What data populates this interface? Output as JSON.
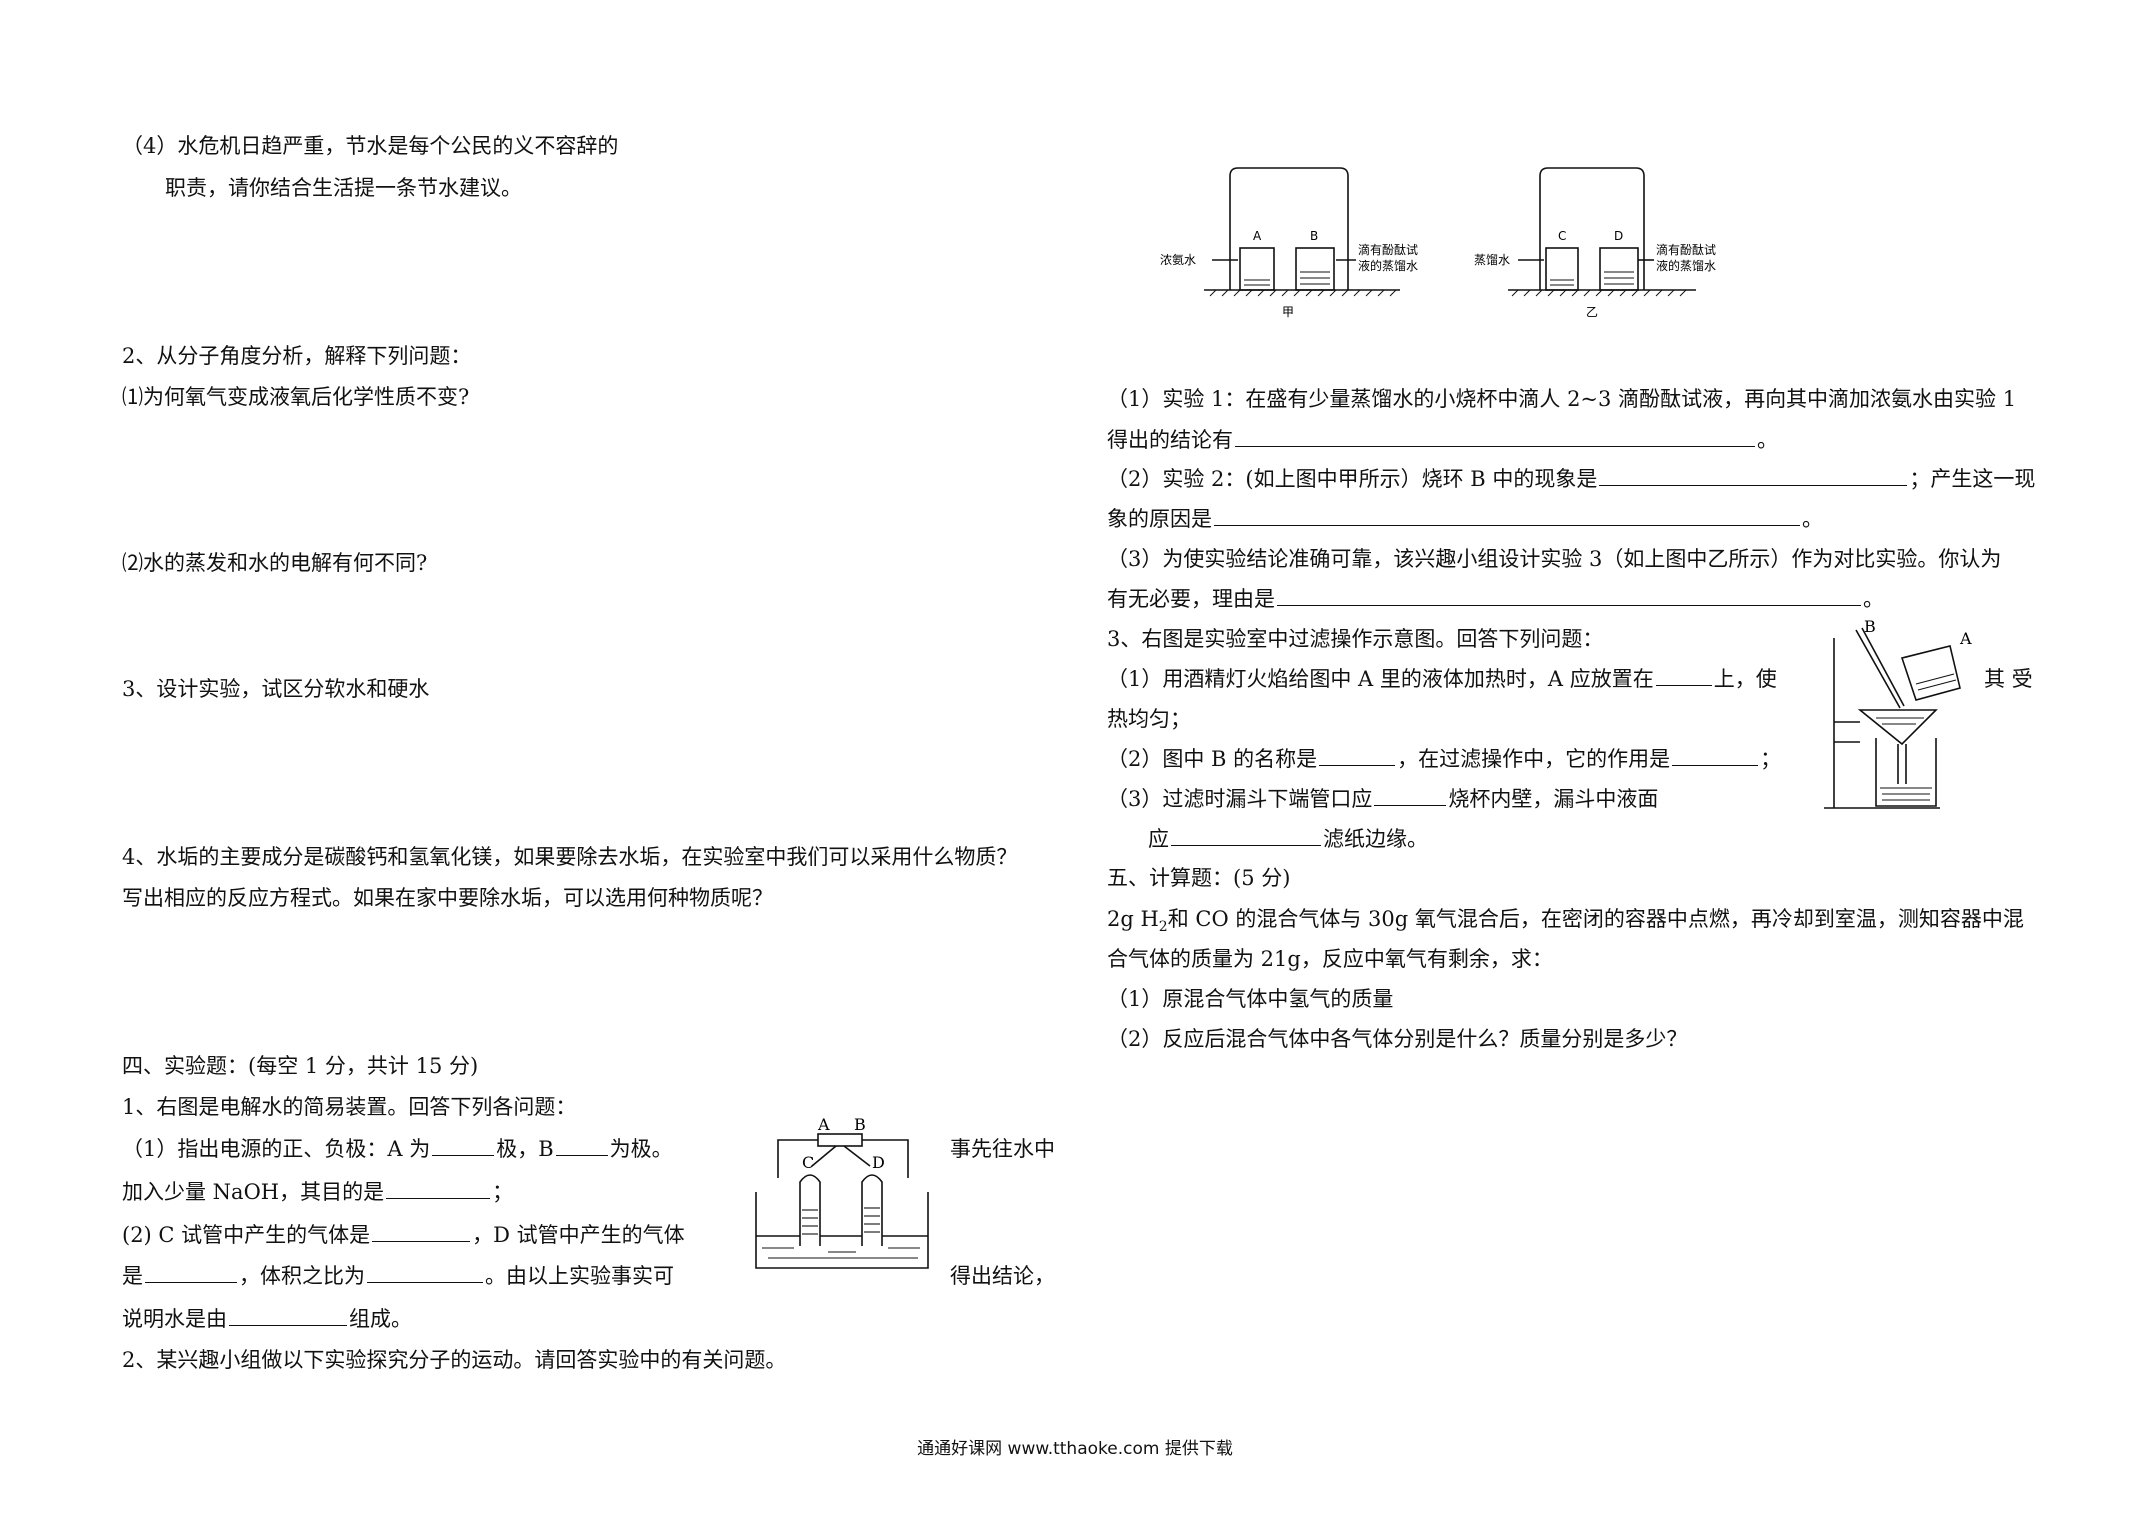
{
  "left": {
    "q4_water": {
      "line1": "（4）水危机日趋严重，节水是每个公民的义不容辞的",
      "line2": "职责，请你结合生活提一条节水建议。"
    },
    "q2_title": "2、从分子角度分析，解释下列问题：",
    "q2_1": "⑴为何氧气变成液氧后化学性质不变?",
    "q2_2": "⑵水的蒸发和水的电解有何不同?",
    "q3": "3、设计实验，试区分软水和硬水",
    "q4_scale": {
      "line1": "4、水垢的主要成分是碳酸钙和氢氧化镁，如果要除去水垢，在实验室中我们可以采用什么物质？",
      "line2": "写出相应的反应方程式。如果在家中要除水垢，可以选用何种物质呢？"
    },
    "section4_title": "四、实验题：(每空 1 分，共计 15 分)",
    "exp1": {
      "title": "1、右图是电解水的简易装置。回答下列各问题：",
      "p1_a": "（1）指出电源的正、负极：A 为",
      "p1_b": "极，B",
      "p1_c": "为极。",
      "p1_right": "事先往水中",
      "p2_a": "加入少量 NaOH，其目的是",
      "p3_a": "(2) C 试管中产生的气体是",
      "p3_b": "，D 试管中产生的气体",
      "p4_a": "是",
      "p4_b": "，体积之比为",
      "p4_c": "。由以上实验事实可",
      "p4_right": "得出结论，",
      "p5_a": "说明水是由",
      "p5_b": "组成。",
      "fig_labels": {
        "a": "A",
        "b": "B",
        "c": "C",
        "d": "D"
      }
    },
    "exp2_title": "2、某兴趣小组做以下实验探究分子的运动。请回答实验中的有关问题。"
  },
  "right": {
    "fig_molecule": {
      "jia": {
        "a": "A",
        "b": "B",
        "left": "浓氨水",
        "right1": "滴有酚酞试",
        "right2": "液的蒸馏水",
        "caption": "甲"
      },
      "yi": {
        "c": "C",
        "d": "D",
        "left": "蒸馏水",
        "right1": "滴有酚酞试",
        "right2": "液的蒸馏水",
        "caption": "乙"
      }
    },
    "m1_a": "（1）实验 1：在盛有少量蒸馏水的小烧杯中滴人 2~3 滴酚酞试液，再向其中滴加浓氨水由实验 1",
    "m1_b": "得出的结论有",
    "m2_a": "（2）实验 2：(如上图中甲所示）烧环 B 中的现象是",
    "m2_b": "；产生这一现",
    "m2_c": "象的原因是",
    "m3_a": "（3）为使实验结论准确可靠，该兴趣小组设计实验 3（如上图中乙所示）作为对比实验。你认为",
    "m3_b": "有无必要，理由是",
    "filt_title": "3、右图是实验室中过滤操作示意图。回答下列问题：",
    "f1_a": "（1）用酒精灯火焰给图中 A 里的液体加热时，A 应放置在",
    "f1_b": "上，使",
    "f1_right": "其 受",
    "f1_c": "热均匀；",
    "f2_a": "（2）图中 B 的名称是",
    "f2_b": "，在过滤操作中，它的作用是",
    "f2_c": "；",
    "f3_a": "（3）过滤时漏斗下端管口应",
    "f3_b": "烧杯内壁，漏斗中液面",
    "f3_c": "应",
    "f3_d": "滤纸边缘。",
    "filt_labels": {
      "a": "A",
      "b": "B"
    },
    "section5_title": "五、计算题：(5 分)",
    "calc_a1": "2g H",
    "calc_sub": "2",
    "calc_a2": "和 CO 的混合气体与 30g 氧气混合后，在密闭的容器中点燃，再冷却到室温，测知容器中混",
    "calc_b": "合气体的质量为 21g，反应中氧气有剩余，求：",
    "calc_1": "（1）原混合气体中氢气的质量",
    "calc_2": "（2）反应后混合气体中各气体分别是什么？质量分别是多少？"
  },
  "footer": "通通好课网  www.tthaoke.com  提供下载"
}
